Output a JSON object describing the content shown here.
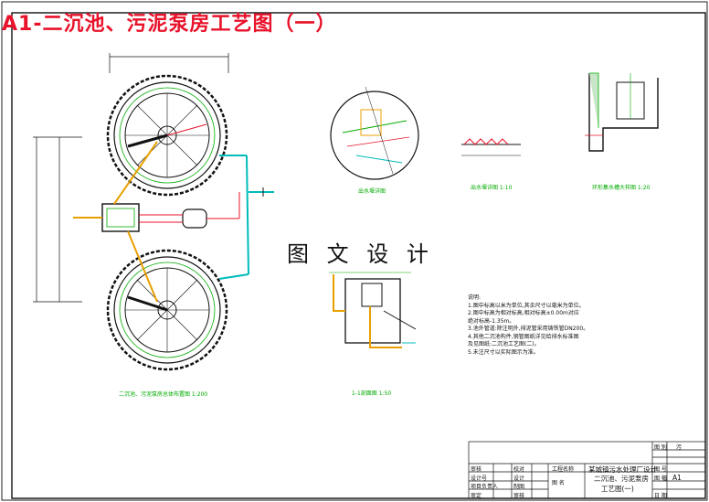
{
  "title": "A1-二沉池、污泥泵房工艺图（一）",
  "watermark": "图 文 设 计",
  "captions": {
    "main_plan": "二沉池、污泥泵房总体布置图 1:200",
    "detail_a": "出水堰详图",
    "detail_b": "出水堰详图 1:10",
    "detail_c": "环形集水槽大样图 1:20",
    "detail_d": "1-1剖面图 1:50"
  },
  "notes": {
    "heading": "说明:",
    "lines": [
      "1.图中标高以米为单位,其余尺寸以毫米为单位。",
      "2.图中标高为相对标高,相对标高±0.00m对应",
      "  绝对标高-1.35m。",
      "3.池外管道:除注明外,排泥管采用铸铁管DN200。",
      "4.其他二沉池构件,钢管图纸详见给排水标准图",
      "  及见图纸:二沉池工艺图(二)。",
      "5.未注尺寸以实际图示为准。"
    ]
  },
  "title_block": {
    "col_labels": [
      "审核",
      "设计号",
      "项目负责人",
      "审定"
    ],
    "col_labels_2": [
      "校对",
      "设计",
      "制图",
      "审核"
    ],
    "discipline_label": "工程名称",
    "project": "某城镇污水处理厂设计",
    "drawing_label": "图 名",
    "drawing_name_1": "二沉池、污泥泵房",
    "drawing_name_2": "工艺图(一)",
    "right_top": "图 别",
    "right_top_val": "污",
    "right_2": "图 号",
    "right_3": "图 幅",
    "sheet_size": "A1",
    "right_4": "日 期"
  }
}
